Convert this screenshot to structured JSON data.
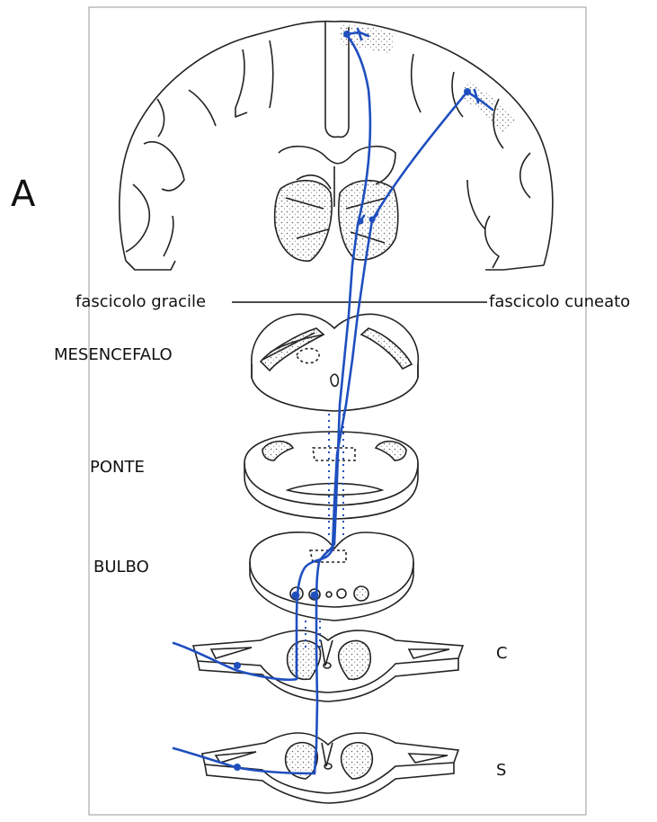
{
  "figure": {
    "panel_letter": "A",
    "labels": {
      "gracile": "fascicolo gracile",
      "cuneate": "fascicolo cuneato",
      "midbrain": "MESENCEFALO",
      "pons": "PONTE",
      "medulla": "BULBO",
      "cervical": "C",
      "sacral": "S"
    },
    "colors": {
      "pathway": "#1f4fbf",
      "outline": "#222222",
      "stipple": "#666666",
      "frame": "#9a9a9a"
    }
  }
}
